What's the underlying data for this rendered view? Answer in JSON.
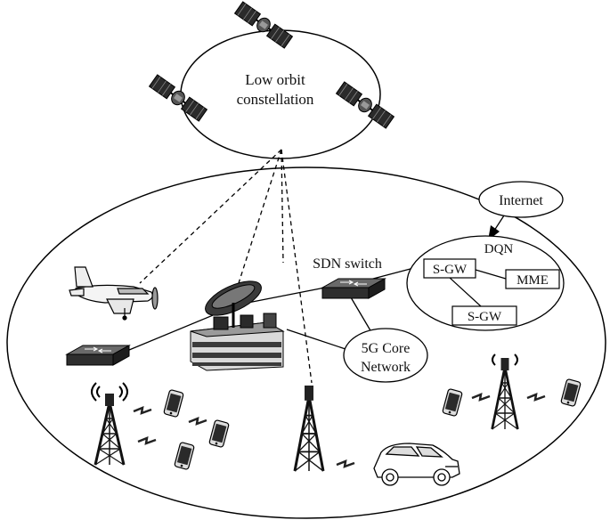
{
  "labels": {
    "constellation_line1": "Low orbit",
    "constellation_line2": "constellation",
    "internet": "Internet",
    "dqn": "DQN",
    "sdn_switch": "SDN switch",
    "sgw_top": "S-GW",
    "mme": "MME",
    "sgw_bottom": "S-GW",
    "core_line1": "5G Core",
    "core_line2": "Network"
  },
  "icons": [
    "satellite-icon",
    "airplane-icon",
    "switch-icon",
    "ground-station-icon",
    "cell-tower-icon",
    "smartphone-icon",
    "car-icon"
  ],
  "colors": {
    "stroke": "#111111",
    "fill_dark": "#333333",
    "background": "#ffffff"
  }
}
